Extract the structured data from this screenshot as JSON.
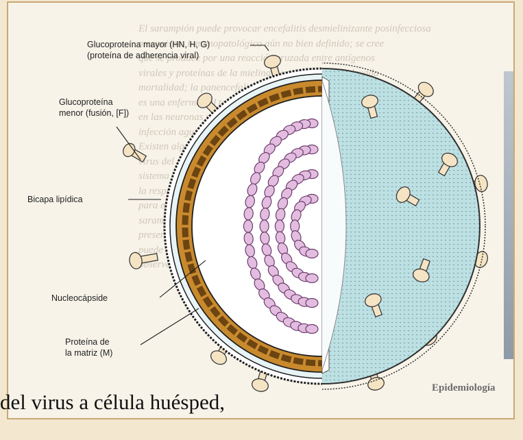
{
  "labels": {
    "glyco_major_1": "Glucoproteína mayor (HN, H, G)",
    "glyco_major_2": "(proteína de adherencia viral)",
    "glyco_minor_1": "Glucoproteína",
    "glyco_minor_2": "menor (fusión, [F])",
    "bilayer": "Bicapa lipídica",
    "nucleocapsid": "Nucleocápside",
    "matrix_1": "Proteína de",
    "matrix_2": "la matriz (M)"
  },
  "caption": "del virus a célula huésped,",
  "background_heading": "Epidemiología",
  "colors": {
    "envelope_fill": "#bde0e3",
    "matrix_fill": "#c98a2e",
    "nucleocapsid_fill": "#e3bde0",
    "spike_fill": "#f5e4c4",
    "frame_border": "#c9a874",
    "page_bg": "#f3e8cf"
  }
}
